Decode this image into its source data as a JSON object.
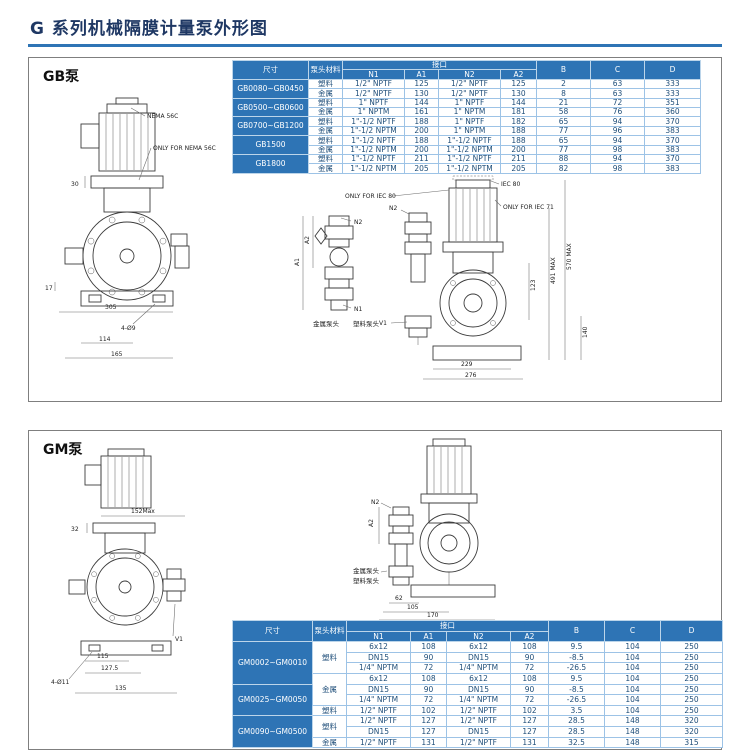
{
  "page": {
    "title": "G 系列机械隔膜计量泵外形图"
  },
  "colors": {
    "accent_blue": "#2e74b5",
    "header_text": "#ffffff",
    "cell_text": "#1f4e79",
    "table_border": "#9dc3e6",
    "title_navy": "#1f3864"
  },
  "gb": {
    "section_label": "GB泵",
    "table": {
      "top_headers": [
        {
          "label": "尺寸",
          "rs": 2
        },
        {
          "label": "泵头材料",
          "rs": 2
        },
        {
          "label": "接口",
          "cs": 4
        },
        {
          "label": "B",
          "rs": 2
        },
        {
          "label": "C",
          "rs": 2
        },
        {
          "label": "D",
          "rs": 2
        }
      ],
      "sub_headers": [
        "N1",
        "A1",
        "N2",
        "A2"
      ],
      "rows": [
        {
          "size": "GB0080~GB0450",
          "ss": 2,
          "mat": "塑料",
          "cells": [
            "1/2\" NPTF",
            "125",
            "1/2\" NPTF",
            "125",
            "2",
            "63",
            "333"
          ]
        },
        {
          "mat": "金属",
          "cells": [
            "1/2\" NPTF",
            "130",
            "1/2\" NPTF",
            "130",
            "8",
            "63",
            "333"
          ]
        },
        {
          "size": "GB0500~GB0600",
          "ss": 2,
          "mat": "塑料",
          "cells": [
            "1\" NPTF",
            "144",
            "1\" NPTF",
            "144",
            "21",
            "72",
            "351"
          ]
        },
        {
          "mat": "金属",
          "cells": [
            "1\" NPTM",
            "161",
            "1\" NPTM",
            "181",
            "58",
            "76",
            "360"
          ]
        },
        {
          "size": "GB0700~GB1200",
          "ss": 2,
          "mat": "塑料",
          "cells": [
            "1\"-1/2 NPTF",
            "188",
            "1\" NPTF",
            "182",
            "65",
            "94",
            "370"
          ]
        },
        {
          "mat": "金属",
          "cells": [
            "1\"-1/2 NPTM",
            "200",
            "1\" NPTM",
            "188",
            "77",
            "96",
            "383"
          ]
        },
        {
          "size": "GB1500",
          "ss": 2,
          "mat": "塑料",
          "cells": [
            "1\"-1/2 NPTF",
            "188",
            "1\"-1/2 NPTF",
            "188",
            "65",
            "94",
            "370"
          ]
        },
        {
          "mat": "金属",
          "cells": [
            "1\"-1/2 NPTM",
            "200",
            "1\"-1/2 NPTM",
            "200",
            "77",
            "98",
            "383"
          ]
        },
        {
          "size": "GB1800",
          "ss": 2,
          "mat": "塑料",
          "cells": [
            "1\"-1/2 NPTF",
            "211",
            "1\"-1/2 NPTF",
            "211",
            "88",
            "94",
            "370"
          ]
        },
        {
          "mat": "金属",
          "cells": [
            "1\"-1/2 NPTM",
            "205",
            "1\"-1/2 NPTM",
            "205",
            "82",
            "98",
            "383"
          ]
        }
      ]
    },
    "drawing": {
      "nema": "NEMA 56C",
      "only_nema": "ONLY FOR NEMA 56C",
      "d30": "30",
      "d17": "17",
      "d305": "305",
      "d114": "114",
      "d165": "165",
      "holes": "4-Ø9",
      "n1": "N1",
      "n2": "N2",
      "a1": "A1",
      "a2": "A2",
      "metal_head": "金属泵头",
      "plastic_head": "塑料泵头",
      "iec80": "IEC 80",
      "only_iec80": "ONLY FOR IEC 80",
      "only_iec71": "ONLY FOR IEC 71",
      "d570": "570 MAX",
      "d491": "491 MAX",
      "d229": "229",
      "d276": "276",
      "d140": "140",
      "d123": "123",
      "v1": "V1"
    }
  },
  "gm": {
    "section_label": "GM泵",
    "table": {
      "top_headers": [
        {
          "label": "尺寸",
          "rs": 2
        },
        {
          "label": "泵头材料",
          "rs": 2
        },
        {
          "label": "接口",
          "cs": 4
        },
        {
          "label": "B",
          "rs": 2
        },
        {
          "label": "C",
          "rs": 2
        },
        {
          "label": "D",
          "rs": 2
        }
      ],
      "sub_headers": [
        "N1",
        "A1",
        "N2",
        "A2"
      ],
      "rows": [
        {
          "size": "GM0002~GM0010",
          "ss": 4,
          "mat": "塑料",
          "ms": 3,
          "cells": [
            "6x12",
            "108",
            "6x12",
            "108",
            "9.5",
            "104",
            "250"
          ]
        },
        {
          "cells": [
            "DN15",
            "90",
            "DN15",
            "90",
            "-8.5",
            "104",
            "250"
          ]
        },
        {
          "cells": [
            "1/4\" NPTM",
            "72",
            "1/4\" NPTM",
            "72",
            "-26.5",
            "104",
            "250"
          ]
        },
        {
          "mat": "金属",
          "ms": 3,
          "cells": [
            "6x12",
            "108",
            "6x12",
            "108",
            "9.5",
            "104",
            "250"
          ]
        },
        {
          "size": "GM0025~GM0050",
          "ss": 3,
          "cells": [
            "DN15",
            "90",
            "DN15",
            "90",
            "-8.5",
            "104",
            "250"
          ]
        },
        {
          "cells": [
            "1/4\" NPTM",
            "72",
            "1/4\" NPTM",
            "72",
            "-26.5",
            "104",
            "250"
          ]
        },
        {
          "mat": "塑料",
          "ms": 1,
          "cells": [
            "1/2\" NPTF",
            "102",
            "1/2\" NPTF",
            "102",
            "3.5",
            "104",
            "250"
          ]
        },
        {
          "size": "GM0090~GM0500",
          "ss": 3,
          "mat": "塑料",
          "ms": 2,
          "cells": [
            "1/2\" NPTF",
            "127",
            "1/2\" NPTF",
            "127",
            "28.5",
            "148",
            "320"
          ]
        },
        {
          "cells": [
            "DN15",
            "127",
            "DN15",
            "127",
            "28.5",
            "148",
            "320"
          ]
        },
        {
          "mat": "金属",
          "ms": 1,
          "cells": [
            "1/2\" NPTF",
            "131",
            "1/2\" NPTF",
            "131",
            "32.5",
            "148",
            "315"
          ]
        }
      ]
    },
    "drawing": {
      "d152": "152Max",
      "d32": "32",
      "d115": "115",
      "d1275": "127.5",
      "holes": "4-Ø11",
      "d135": "135",
      "v1": "V1",
      "a2": "A2",
      "n2": "N2",
      "d62": "62",
      "d105": "105",
      "d170": "170",
      "metal_head": "金属泵头",
      "plastic_head": "塑料泵头"
    }
  }
}
